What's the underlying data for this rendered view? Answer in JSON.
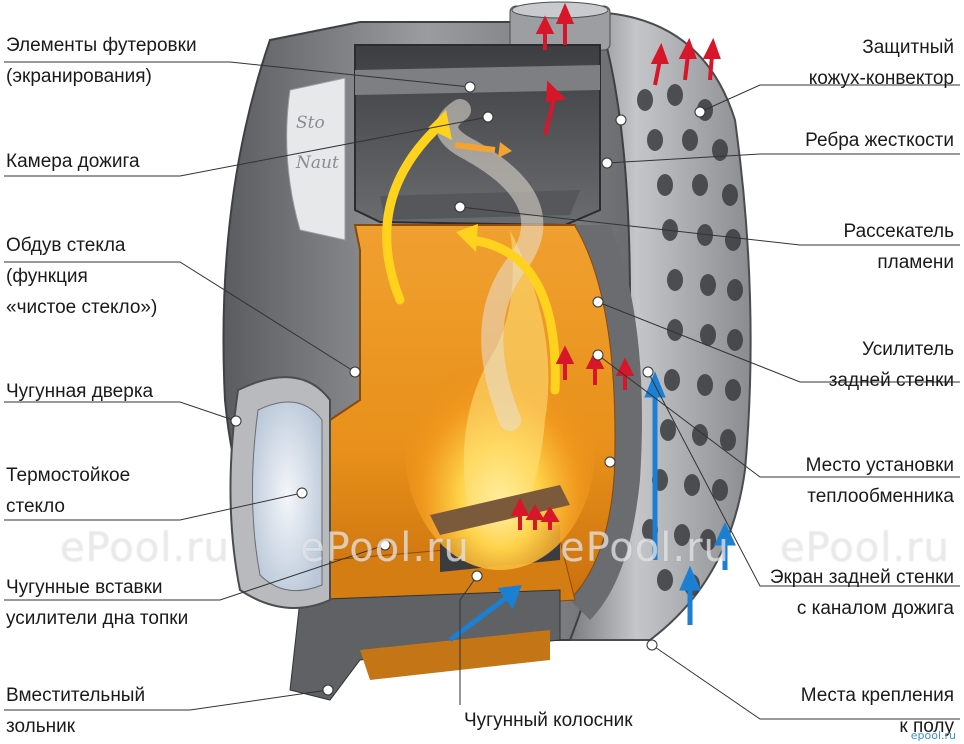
{
  "labels_left": [
    {
      "id": "lining",
      "lines": [
        "Элементы футеровки",
        "(экранирования)"
      ]
    },
    {
      "id": "afterburn",
      "lines": [
        "Камера дожига"
      ]
    },
    {
      "id": "glass-blow",
      "lines": [
        "Обдув стекла",
        "(функция",
        "«чистое стекло»)"
      ]
    },
    {
      "id": "door",
      "lines": [
        "Чугунная дверка"
      ]
    },
    {
      "id": "glass",
      "lines": [
        "Термостойкое",
        "стекло"
      ]
    },
    {
      "id": "inserts",
      "lines": [
        "Чугунные вставки",
        "усилители дна топки"
      ]
    },
    {
      "id": "ashpan",
      "lines": [
        "Вместительный",
        "зольник"
      ]
    }
  ],
  "labels_right": [
    {
      "id": "casing",
      "lines": [
        "Защитный",
        "кожух-конвектор"
      ]
    },
    {
      "id": "ribs",
      "lines": [
        "Ребра жесткости"
      ]
    },
    {
      "id": "divider",
      "lines": [
        "Рассекатель",
        "пламени"
      ]
    },
    {
      "id": "rear-amp",
      "lines": [
        "Усилитель",
        "задней стенки"
      ]
    },
    {
      "id": "hx-place",
      "lines": [
        "Место установки",
        "теплообменника"
      ]
    },
    {
      "id": "rear-screen",
      "lines": [
        "Экран задней стенки",
        "с каналом дожига"
      ]
    },
    {
      "id": "mounts",
      "lines": [
        "Места крепления",
        "к полу"
      ]
    }
  ],
  "label_bottom": {
    "id": "grate",
    "lines": [
      "Чугунный колосник"
    ]
  },
  "brand_text": "Sto Naut",
  "watermark": "ePool.ru",
  "corner_logo": "epool.ru",
  "colors": {
    "firebox": "#e8901a",
    "steel": "#8a8c90",
    "hot_arrow": "#d8162a",
    "cold_arrow": "#1b7fd4",
    "flame_arrow": "#ffd21e"
  }
}
